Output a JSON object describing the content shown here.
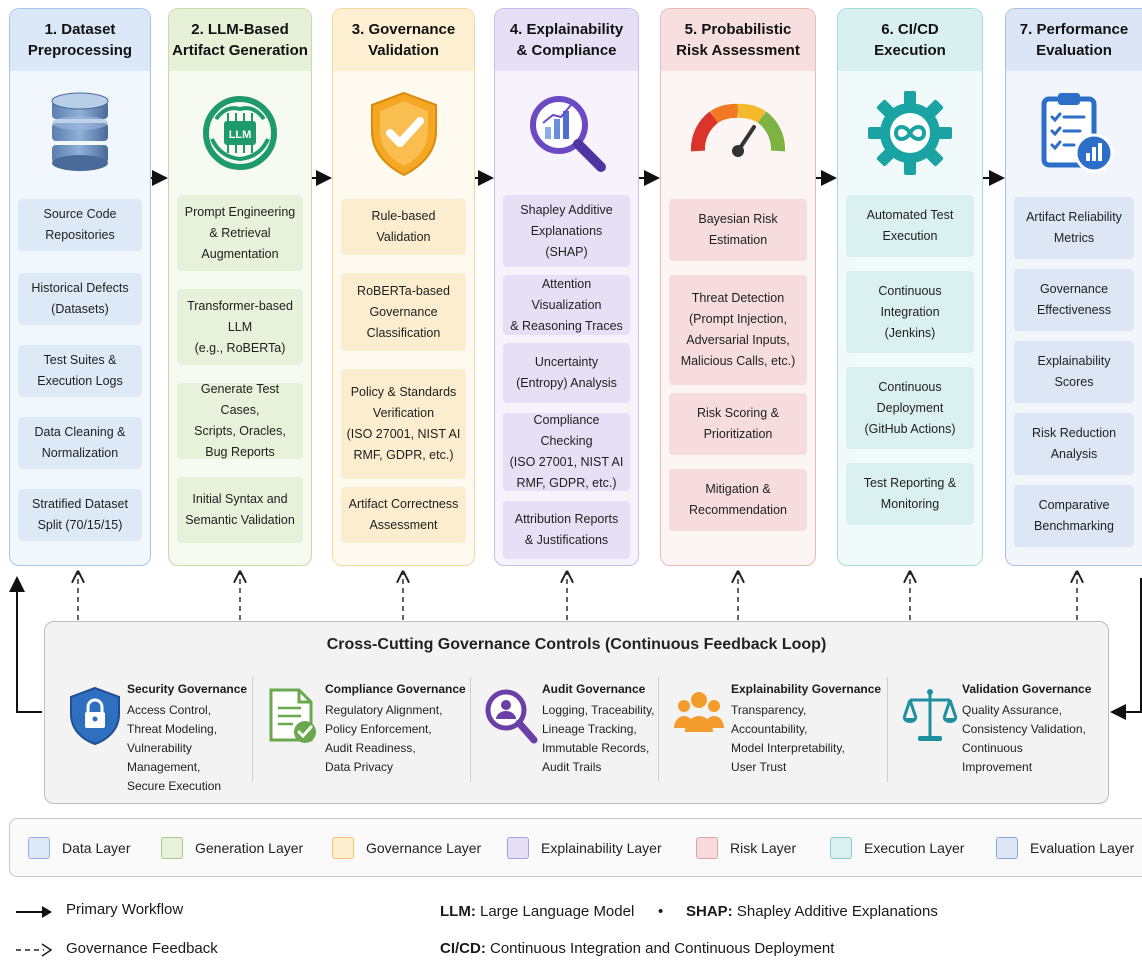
{
  "stages": [
    {
      "title": "1. Dataset\nPreprocessing",
      "icon": "database-icon",
      "steps": [
        "Source Code\nRepositories",
        "Historical Defects\n(Datasets)",
        "Test Suites &\nExecution Logs",
        "Data Cleaning &\nNormalization",
        "Stratified Dataset\nSplit (70/15/15)"
      ]
    },
    {
      "title": "2. LLM-Based\nArtifact Generation",
      "icon": "llm-chip-brain-icon",
      "icon_text": "LLM",
      "steps": [
        "Prompt Engineering\n& Retrieval\nAugmentation",
        "Transformer-based\nLLM\n(e.g., RoBERTa)",
        "Generate Test Cases,\nScripts, Oracles,\nBug Reports",
        "Initial Syntax and\nSemantic Validation"
      ]
    },
    {
      "title": "3. Governance\nValidation",
      "icon": "shield-check-icon",
      "steps": [
        "Rule-based\nValidation",
        "RoBERTa-based\nGovernance\nClassification",
        "Policy & Standards\nVerification\n(ISO 27001, NIST AI\nRMF, GDPR, etc.)",
        "Artifact Correctness\nAssessment"
      ]
    },
    {
      "title": "4. Explainability\n& Compliance",
      "icon": "magnifier-chart-icon",
      "steps": [
        "Shapley Additive\nExplanations\n(SHAP)",
        "Attention Visualization\n& Reasoning Traces",
        "Uncertainty\n(Entropy) Analysis",
        "Compliance Checking\n(ISO 27001, NIST AI\nRMF, GDPR, etc.)",
        "Attribution Reports\n& Justifications"
      ]
    },
    {
      "title": "5. Probabilistic\nRisk Assessment",
      "icon": "risk-gauge-icon",
      "steps": [
        "Bayesian Risk\nEstimation",
        "Threat Detection\n(Prompt Injection,\nAdversarial Inputs,\nMalicious Calls, etc.)",
        "Risk Scoring &\nPrioritization",
        "Mitigation &\nRecommendation"
      ]
    },
    {
      "title": "6. CI/CD\nExecution",
      "icon": "gear-infinity-icon",
      "steps": [
        "Automated Test\nExecution",
        "Continuous\nIntegration\n(Jenkins)",
        "Continuous\nDeployment\n(GitHub Actions)",
        "Test Reporting &\nMonitoring"
      ]
    },
    {
      "title": "7. Performance\nEvaluation",
      "icon": "clipboard-chart-icon",
      "steps": [
        "Artifact Reliability\nMetrics",
        "Governance\nEffectiveness",
        "Explainability\nScores",
        "Risk Reduction\nAnalysis",
        "Comparative\nBenchmarking"
      ]
    }
  ],
  "governance": {
    "title": "Cross-Cutting Governance Controls (Continuous Feedback Loop)",
    "items": [
      {
        "name": "Security Governance",
        "icon": "shield-lock-icon",
        "desc": "Access Control,\nThreat Modeling,\nVulnerability\nManagement,\nSecure Execution"
      },
      {
        "name": "Compliance Governance",
        "icon": "document-check-icon",
        "desc": "Regulatory Alignment,\nPolicy Enforcement,\nAudit Readiness,\nData Privacy"
      },
      {
        "name": "Audit Governance",
        "icon": "audit-magnifier-icon",
        "desc": "Logging, Traceability,\nLineage Tracking,\nImmutable Records,\nAudit Trails"
      },
      {
        "name": "Explainability Governance",
        "icon": "people-group-icon",
        "desc": "Transparency,\nAccountability,\nModel Interpretability,\nUser Trust"
      },
      {
        "name": "Validation Governance",
        "icon": "balance-scale-icon",
        "desc": "Quality Assurance,\nConsistency Validation,\nContinuous\nImprovement"
      }
    ]
  },
  "legend": [
    {
      "label": "Data Layer",
      "fill": "#dde9f7",
      "border": "#8fb3e0"
    },
    {
      "label": "Generation Layer",
      "fill": "#e8f1d9",
      "border": "#a9c98a"
    },
    {
      "label": "Governance Layer",
      "fill": "#fbedcd",
      "border": "#eec679"
    },
    {
      "label": "Explainability Layer",
      "fill": "#e5e0f5",
      "border": "#ab9ddf"
    },
    {
      "label": "Risk Layer",
      "fill": "#f6dcdc",
      "border": "#e2a2a2"
    },
    {
      "label": "Execution Layer",
      "fill": "#dbf0f0",
      "border": "#85cccc"
    },
    {
      "label": "Evaluation Layer",
      "fill": "#dde6f5",
      "border": "#8aa8dc"
    }
  ],
  "notes": {
    "primary_workflow": "Primary Workflow",
    "governance_feedback": "Governance Feedback",
    "llm_abbr": "LLM:",
    "llm_text": "Large Language Model",
    "bullet": "•",
    "shap_abbr": "SHAP:",
    "shap_text": "Shapley Additive Explanations",
    "cicd_abbr": "CI/CD:",
    "cicd_text": "Continuous Integration and Continuous Deployment"
  },
  "colors": {
    "shield_orange": "#f5a623",
    "llm_green": "#1e9a6c",
    "explain_purple": "#6b4bc4",
    "gear_teal": "#1aa3a3",
    "eval_blue": "#2d6ec9",
    "security_blue": "#2f6fc0",
    "compliance_green": "#6aa84f",
    "audit_purple": "#6a3fa6",
    "people_orange": "#f39c2b",
    "scale_teal": "#1f8fa0"
  }
}
